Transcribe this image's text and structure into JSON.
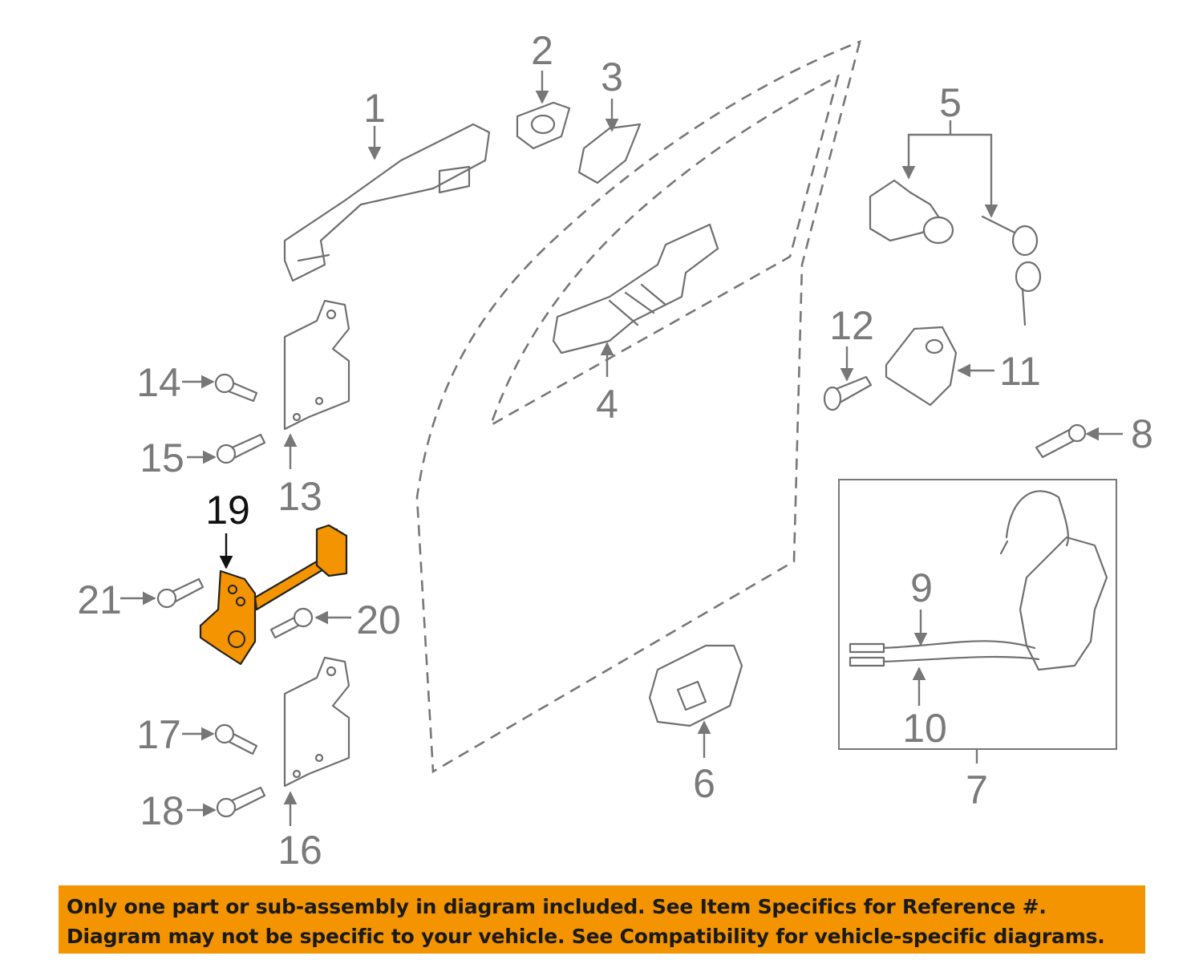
{
  "labels": {
    "l1": "1",
    "l2": "2",
    "l3": "3",
    "l4": "4",
    "l5": "5",
    "l6": "6",
    "l7": "7",
    "l8": "8",
    "l9": "9",
    "l10": "10",
    "l11": "11",
    "l12": "12",
    "l13": "13",
    "l14": "14",
    "l15": "15",
    "l16": "16",
    "l17": "17",
    "l18": "18",
    "l19": "19",
    "l20": "20",
    "l21": "21"
  },
  "highlight": {
    "part": "19",
    "color": "#f39400"
  },
  "disclaimer": {
    "line1": "Only one part or sub-assembly in diagram included. See Item Specifics for Reference #.",
    "line2": "Diagram may not be specific to your vehicle. See Compatibility for vehicle-specific diagrams."
  }
}
